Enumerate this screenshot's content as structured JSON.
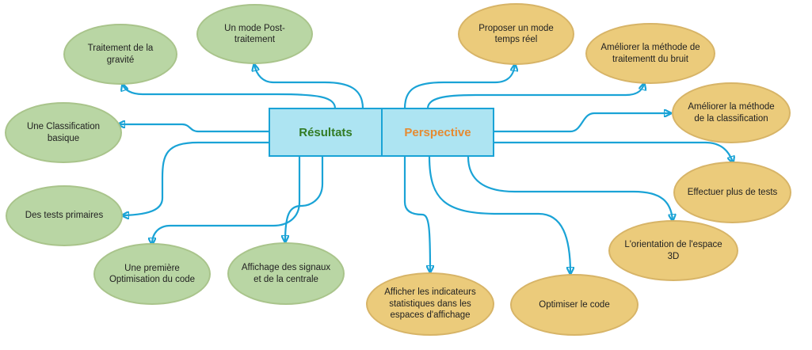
{
  "central": {
    "results": "Résultats",
    "perspective": "Perspective"
  },
  "results_nodes": [
    "Traitement de la gravité",
    "Un mode Post-traitement",
    "Une Classification basique",
    "Des tests primaires",
    "Une première Optimisation du code",
    "Affichage des signaux et de la centrale"
  ],
  "perspective_nodes": [
    "Proposer un mode temps réel",
    "Améliorer la méthode de traitementt du bruit",
    "Améliorer la méthode de la classification",
    "Effectuer plus de tests",
    "L'orientation de l'espace 3D",
    "Optimiser le code",
    "Afficher les indicateurs statistiques dans les espaces d'affichage"
  ],
  "colors": {
    "connector": "#1aa3d6",
    "central_fill": "#ade4f2",
    "results_text": "#327b25",
    "perspective_text": "#e58b32",
    "results_node_fill": "#b9d6a4",
    "perspective_node_fill": "#ebcb7b"
  }
}
